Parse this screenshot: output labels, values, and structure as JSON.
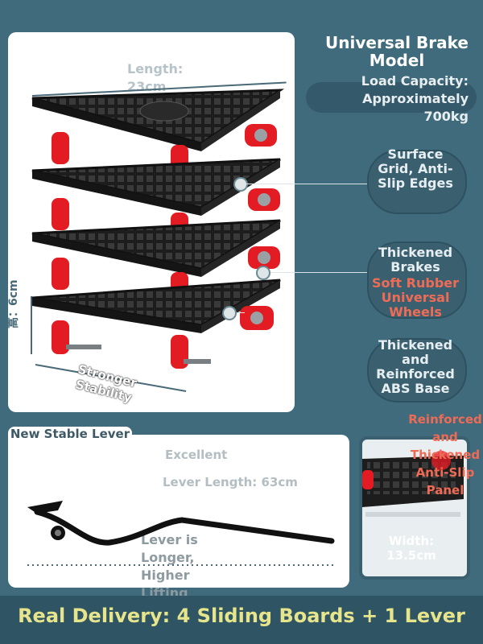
{
  "product": {
    "dimensions": {
      "length_label": "Length:",
      "length_value": "23cm",
      "height_label": "高：6cm",
      "stability_label": "Stronger\nStability"
    },
    "title": "Universal Brake Model",
    "load_capacity": "Load Capacity: Approximately 700kg",
    "features": {
      "surface": "Surface Grid, Anti-Slip Edges",
      "brakes": "Thickened Brakes",
      "wheels": "Soft Rubber Universal Wheels",
      "base": "Thickened and Reinforced ABS Base"
    }
  },
  "lever": {
    "tag": "New Stable Lever",
    "quality": "Excellent",
    "length": "Lever Length: 63cm",
    "benefit": "Lever is Longer, Higher Lifting"
  },
  "detail": {
    "panel_note": "Reinforced and Thickened Anti-Slip Panel",
    "width": "Width: 13.5cm"
  },
  "footer": {
    "text": "Real Delivery: 4 Sliding Boards + 1 Lever"
  },
  "colors": {
    "background": "#3f6b7c",
    "wheel_red": "#e21c22",
    "accent_red_text": "#f06b55",
    "footer_text": "#e6e58c"
  }
}
